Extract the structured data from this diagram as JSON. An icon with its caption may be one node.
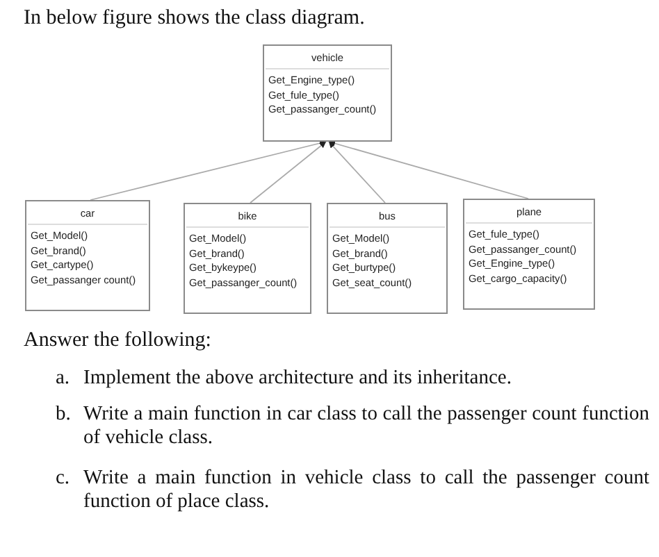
{
  "diagram": {
    "title": "In below figure shows the class diagram.",
    "nodes": [
      {
        "text": [
          "vehicle",
          "Get_Engine_type()",
          "Get_fule_type()",
          "Get_passanger_count()"
        ]
      },
      {
        "text": [
          "car",
          "Get_Model()",
          "Get_brand()",
          "Get_cartype()",
          "Get_passanger count()"
        ]
      },
      {
        "text": [
          "bike",
          "Get_Model()",
          "Get_brand()",
          "Get_bykeype()",
          "Get_passanger_count()"
        ]
      },
      {
        "text": [
          "bus",
          "Get_Model()",
          "Get_brand()",
          "Get_burtype()",
          "Get_seat_count()"
        ]
      },
      {
        "text": [
          "plane",
          "Get_fule_type()",
          "Get_passanger_count()",
          "Get_Engine_type()",
          "Get_cargo_capacity()"
        ]
      }
    ],
    "edges": [
      {
        "from": 1,
        "to": 0,
        "arrow": "to"
      },
      {
        "from": 2,
        "to": 0,
        "arrow": "to"
      },
      {
        "from": 3,
        "to": 0,
        "arrow": "to"
      },
      {
        "from": 4,
        "to": 0,
        "arrow": "to"
      }
    ],
    "labels": [
      "Answer the following:",
      "a.",
      "Implement the above architecture and its inheritance.",
      "b.",
      "Write a main function in car class to call the passenger count function of vehicle class.",
      "c.",
      "Write a main function in vehicle class to call the passenger count function of place class."
    ]
  }
}
